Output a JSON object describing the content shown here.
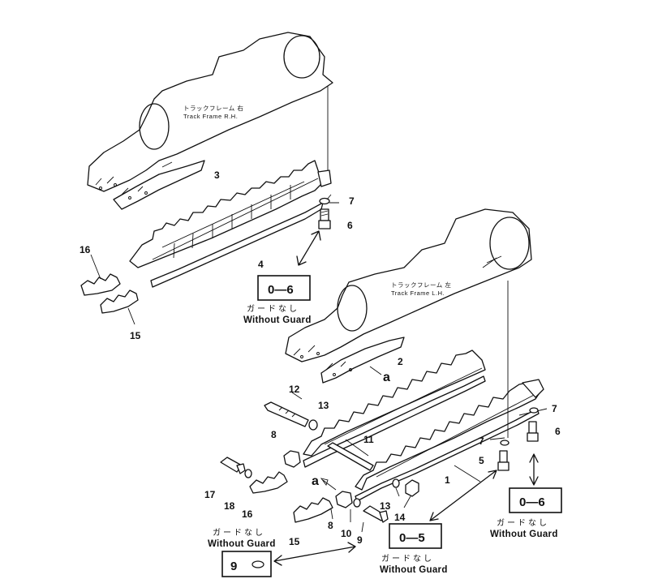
{
  "frames": {
    "rh": {
      "jp": "トラックフレーム 右",
      "en": "Track Frame R.H."
    },
    "lh": {
      "jp": "トラックフレーム 左",
      "en": "Track Frame L.H."
    }
  },
  "callouts": {
    "c3": "3",
    "c7a": "7",
    "c6a": "6",
    "c4": "4",
    "c16a": "16",
    "c15a": "15",
    "c2": "2",
    "ca1": "a",
    "c12": "12",
    "c13a": "13",
    "c11": "11",
    "c8a": "8",
    "c7b": "7",
    "c6b": "6",
    "c7c": "7",
    "c5": "5",
    "c1": "1",
    "c17": "17",
    "c18": "18",
    "c16b": "16",
    "ca2": "a",
    "c13b": "13",
    "c14": "14",
    "c8b": "8",
    "c10": "10",
    "c9": "9",
    "c15b": "15"
  },
  "refs": {
    "r1": {
      "box": "0—6",
      "jp": "ガードなし",
      "en": "Without Guard"
    },
    "r2": {
      "box": "0—6",
      "jp": "ガードなし",
      "en": "Without Guard"
    },
    "r3": {
      "box": "0—5",
      "jp": "ガードなし",
      "en": "Without Guard"
    },
    "r4": {
      "box": "9",
      "jp": "ガードなし",
      "en": "Without Guard"
    }
  }
}
